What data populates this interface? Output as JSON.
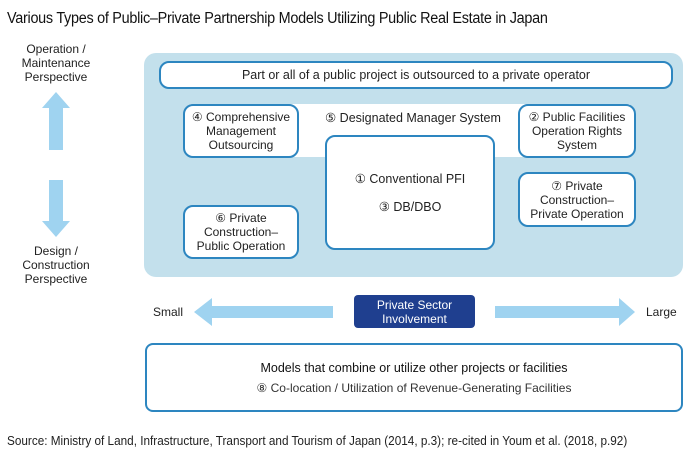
{
  "title": "Various Types of Public–Private Partnership Models Utilizing Public Real Estate in Japan",
  "axes": {
    "vertical_top_label": [
      "Operation /",
      "Maintenance",
      "Perspective"
    ],
    "vertical_bottom_label": [
      "Design /",
      "Construction",
      "Perspective"
    ],
    "horizontal_left_label": "Small",
    "horizontal_right_label": "Large",
    "horizontal_center_label": [
      "Private Sector",
      "Involvement"
    ]
  },
  "panel": {
    "top_bar": "Part or all of a public project is outsourced to a private operator",
    "models": {
      "m4": [
        "④ Comprehensive",
        "Management",
        "Outsourcing"
      ],
      "m5": "⑤ Designated Manager System",
      "m2": [
        "② Public Facilities",
        "Operation Rights",
        "System"
      ],
      "m1": "① Conventional PFI",
      "m3": "③ DB/DBO",
      "m7": [
        "⑦ Private",
        "Construction–",
        "Private Operation"
      ],
      "m6": [
        "⑥ Private",
        "Construction–",
        "Public Operation"
      ]
    }
  },
  "bottom_box": {
    "heading": "Models that combine or utilize other projects or facilities",
    "item": "⑧ Co-location / Utilization of Revenue-Generating Facilities"
  },
  "source": "Source: Ministry of Land, Infrastructure, Transport and Tourism of Japan (2014, p.3); re-cited in Youm et al. (2018, p.92)",
  "colors": {
    "panel_bg": "#c3e0ec",
    "box_border": "#2d86c0",
    "arrow": "#9fd3f0",
    "navy": "#1f3f8f"
  }
}
